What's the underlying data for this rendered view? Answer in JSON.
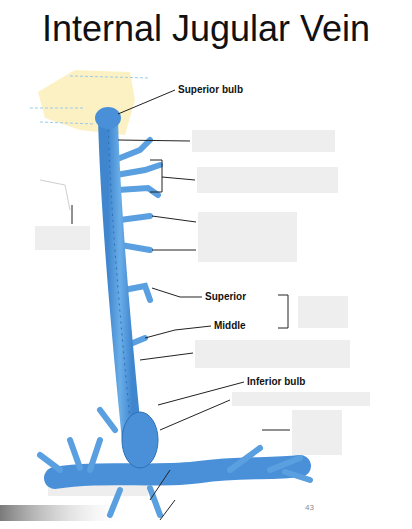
{
  "diagram": {
    "title": "Internal Jugular Vein",
    "labels": [
      "Superior bulb",
      "Superior",
      "Middle",
      "Inferior bulb",
      "43"
    ]
  }
}
